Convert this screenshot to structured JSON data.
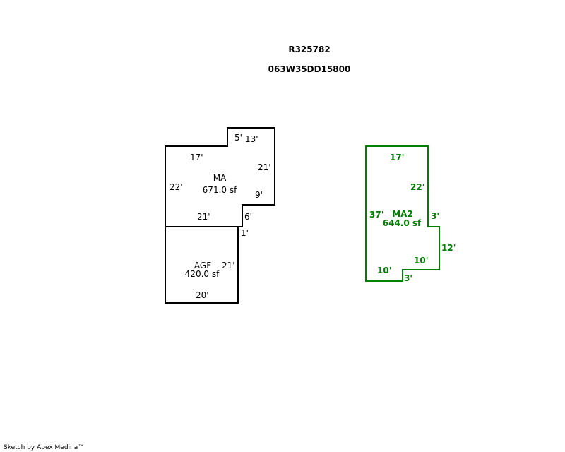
{
  "header": {
    "parcel_id": "R325782",
    "map_number": "063W35DD15800"
  },
  "colors": {
    "primary_outline": "#000000",
    "secondary_outline": "#008000"
  },
  "areas": {
    "ma": {
      "label": "MA",
      "area": "671.0 sf",
      "dims": [
        "5'",
        "13'",
        "17'",
        "21'",
        "22'",
        "9'",
        "21'",
        "6'"
      ]
    },
    "agf": {
      "label": "AGF",
      "area": "420.0 sf",
      "dims": [
        "1'",
        "21'",
        "20'"
      ]
    },
    "ma2": {
      "label": "MA2",
      "area": "644.0 sf",
      "dims": [
        "17'",
        "22'",
        "37'",
        "3'",
        "12'",
        "10'",
        "10'",
        "3'"
      ]
    }
  },
  "footer": "Sketch by Apex Medina™"
}
